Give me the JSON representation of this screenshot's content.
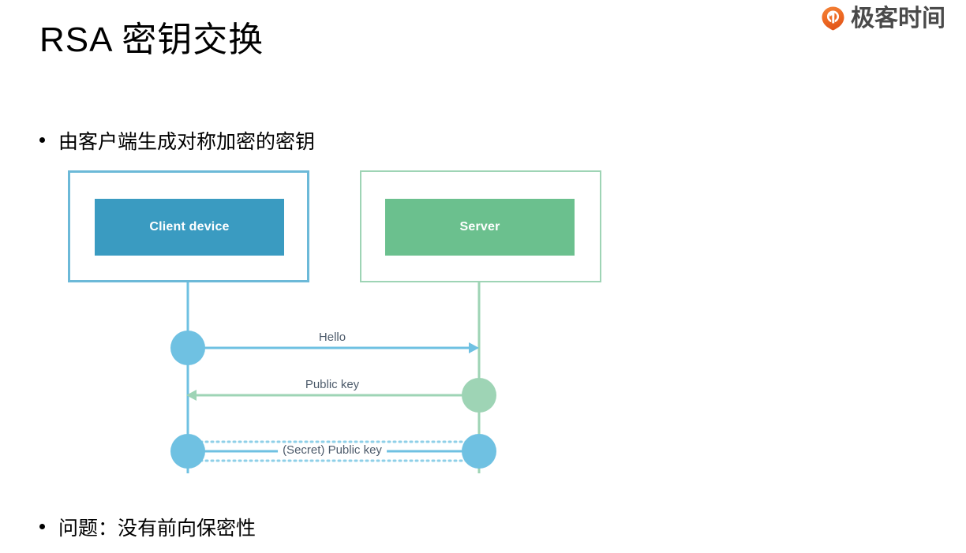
{
  "brand": {
    "logo_icon": "geekbang-pin-logo-icon",
    "name": "极客时间",
    "logo_color": "#ef6a23"
  },
  "slide": {
    "title": "RSA 密钥交换",
    "bullets": [
      {
        "text": "由客户端生成对称加密的密钥"
      },
      {
        "text": "问题：没有前向保密性"
      }
    ]
  },
  "diagram": {
    "type": "sequence-diagram",
    "nodes": [
      {
        "id": "client",
        "label": "Client device",
        "fill": "#3a9bc1",
        "border": "#6cb9d8"
      },
      {
        "id": "server",
        "label": "Server",
        "fill": "#6bc08e",
        "border": "#9ed4b5"
      }
    ],
    "messages": [
      {
        "label": "Hello",
        "from": "client",
        "to": "server",
        "direction": "right",
        "color": "#6fc1e2",
        "style": "solid"
      },
      {
        "label": "Public key",
        "from": "server",
        "to": "client",
        "direction": "left",
        "color": "#9ed4b5",
        "style": "solid"
      },
      {
        "label": "(Secret) Public key",
        "from": "client",
        "to": "server",
        "direction": "none",
        "color": "#6fc1e2",
        "style": "tunnel-dotted"
      }
    ]
  }
}
